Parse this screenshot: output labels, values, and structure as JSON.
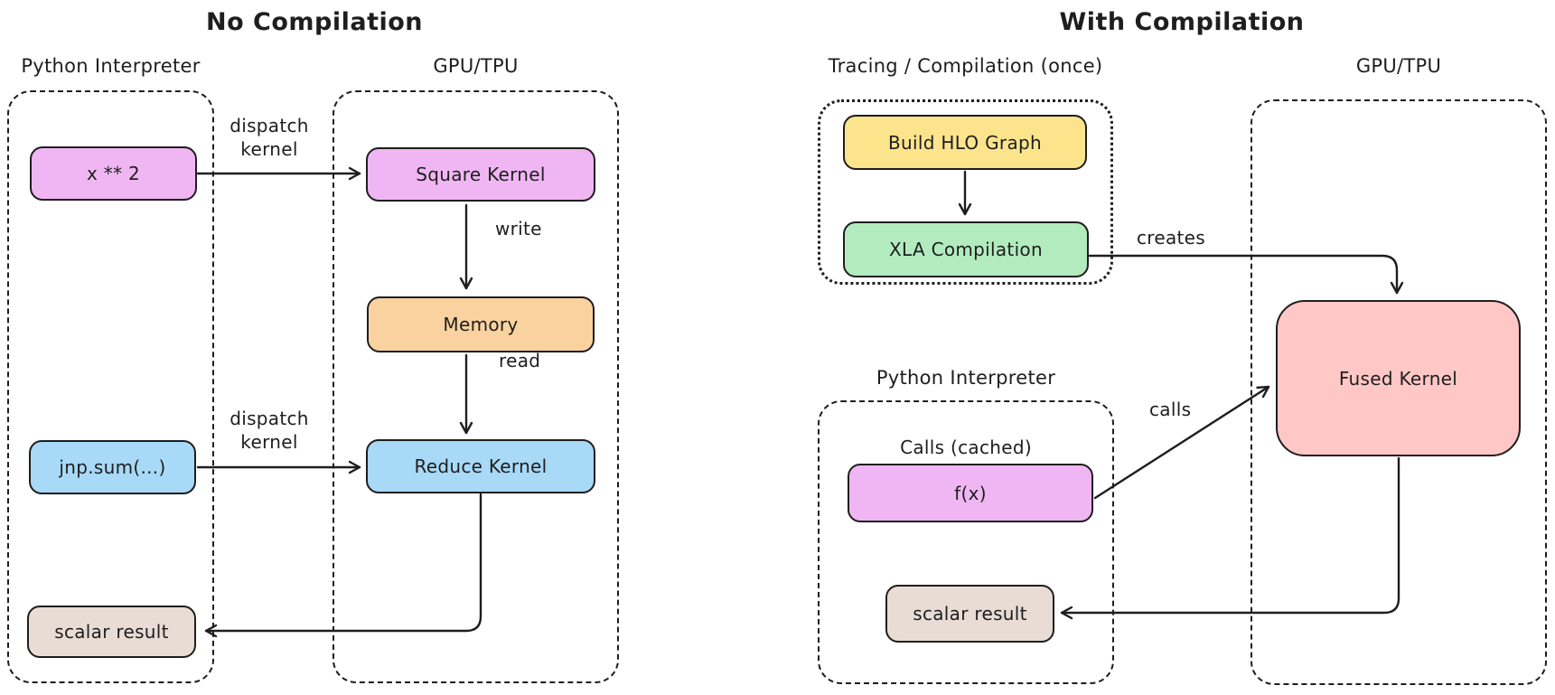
{
  "colors": {
    "stroke": "#1e1e1e",
    "purple": "#f0b6f3",
    "blue": "#a8d9f6",
    "orange": "#fad2a0",
    "beige": "#e8dcd4",
    "yellow": "#fbe48c",
    "green": "#b2ecbe",
    "pink": "#ffc7c6"
  },
  "left": {
    "title": "No Compilation",
    "python_group": {
      "label": "Python Interpreter",
      "x_squared": "x ** 2",
      "jnp_sum": "jnp.sum(...)",
      "scalar_result": "scalar result"
    },
    "gpu_group": {
      "label": "GPU/TPU",
      "square_kernel": "Square Kernel",
      "memory": "Memory",
      "reduce_kernel": "Reduce Kernel"
    },
    "edge_labels": {
      "dispatch_kernel_top": "dispatch kernel",
      "write": "write",
      "read": "read",
      "dispatch_kernel_bottom": "dispatch kernel"
    }
  },
  "right": {
    "title": "With Compilation",
    "tracing_group": {
      "label": "Tracing / Compilation (once)",
      "build_hlo": "Build HLO Graph",
      "xla_compilation": "XLA Compilation"
    },
    "gpu_group": {
      "label": "GPU/TPU",
      "fused_kernel": "Fused Kernel"
    },
    "python_group": {
      "label": "Python Interpreter",
      "calls_cached": "Calls (cached)",
      "f_x": "f(x)",
      "scalar_result": "scalar result"
    },
    "edge_labels": {
      "creates": "creates",
      "calls": "calls"
    }
  }
}
